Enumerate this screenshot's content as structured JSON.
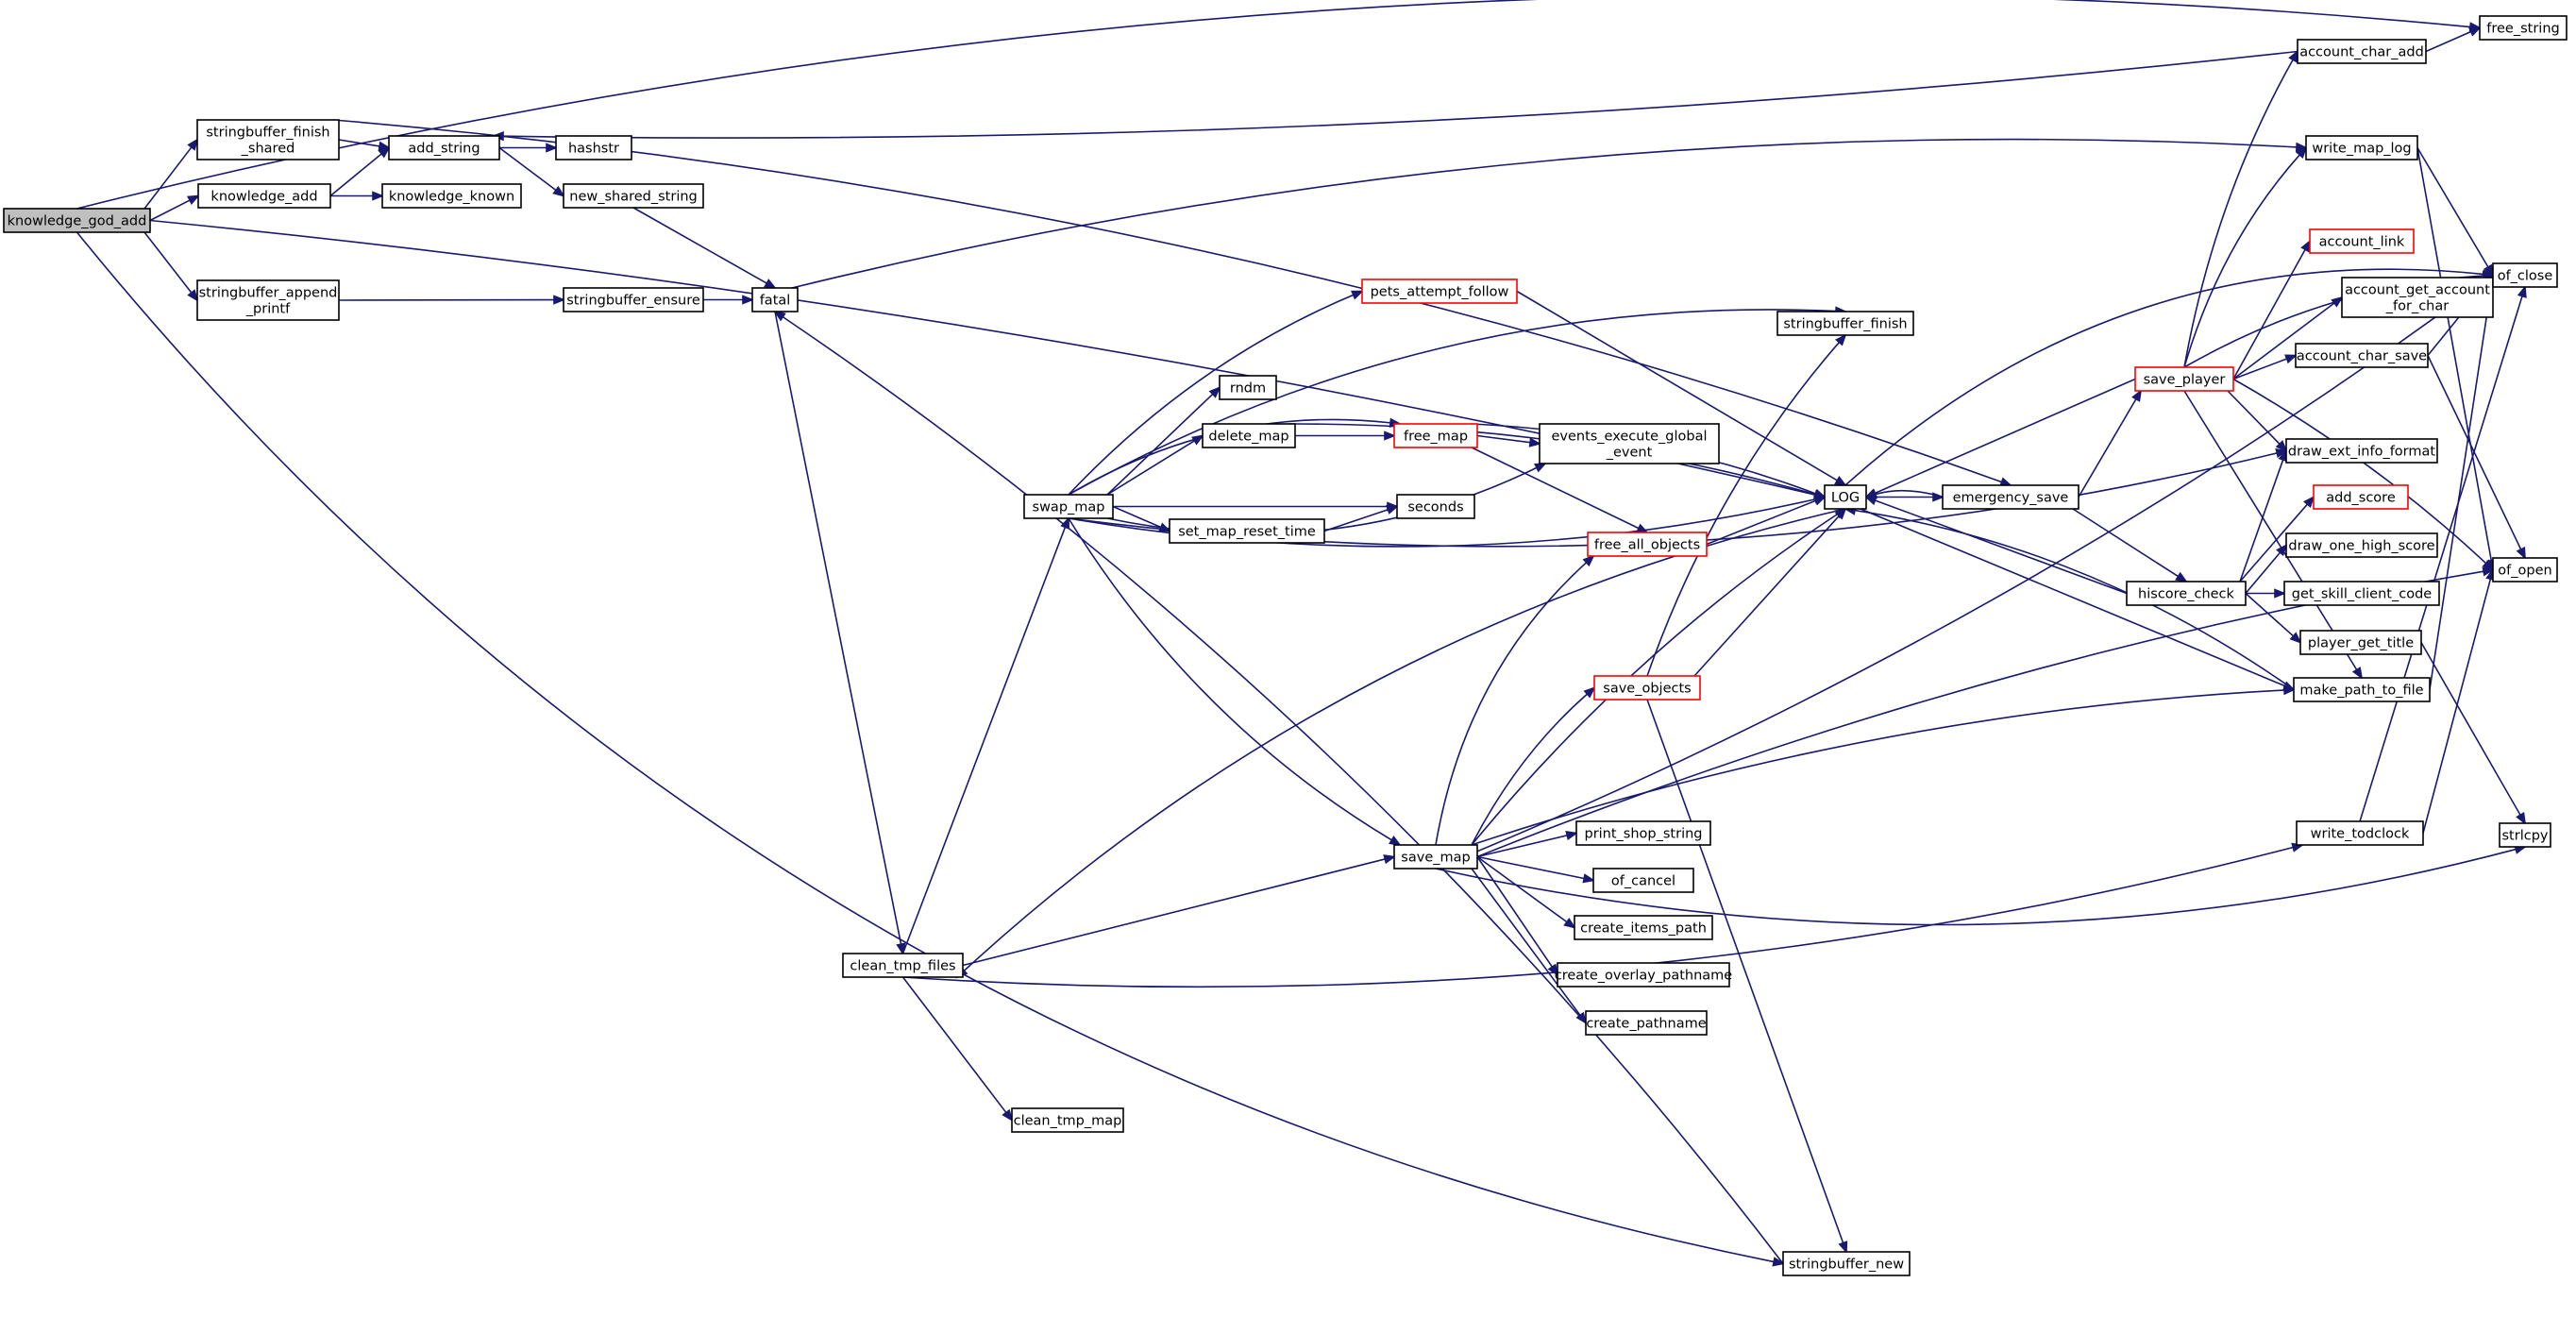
{
  "nodes": {
    "knowledge_god_add": {
      "label": [
        "knowledge_god_add"
      ],
      "root": true
    },
    "stringbuffer_finish_shared": {
      "label": [
        "stringbuffer_finish",
        "_shared"
      ]
    },
    "knowledge_add": {
      "label": [
        "knowledge_add"
      ]
    },
    "stringbuffer_append_printf": {
      "label": [
        "stringbuffer_append",
        "_printf"
      ]
    },
    "add_string": {
      "label": [
        "add_string"
      ]
    },
    "hashstr": {
      "label": [
        "hashstr"
      ]
    },
    "knowledge_known": {
      "label": [
        "knowledge_known"
      ]
    },
    "new_shared_string": {
      "label": [
        "new_shared_string"
      ]
    },
    "stringbuffer_ensure": {
      "label": [
        "stringbuffer_ensure"
      ]
    },
    "fatal": {
      "label": [
        "fatal"
      ]
    },
    "swap_map": {
      "label": [
        "swap_map"
      ]
    },
    "rndm": {
      "label": [
        "rndm"
      ]
    },
    "delete_map": {
      "label": [
        "delete_map"
      ]
    },
    "set_map_reset_time": {
      "label": [
        "set_map_reset_time"
      ]
    },
    "pets_attempt_follow": {
      "label": [
        "pets_attempt_follow"
      ],
      "truncated": true
    },
    "free_map": {
      "label": [
        "free_map"
      ],
      "truncated": true
    },
    "events_execute_global_event": {
      "label": [
        "events_execute_global",
        "_event"
      ]
    },
    "seconds": {
      "label": [
        "seconds"
      ]
    },
    "free_all_objects": {
      "label": [
        "free_all_objects"
      ],
      "truncated": true
    },
    "save_objects": {
      "label": [
        "save_objects"
      ],
      "truncated": true
    },
    "save_map": {
      "label": [
        "save_map"
      ]
    },
    "print_shop_string": {
      "label": [
        "print_shop_string"
      ]
    },
    "of_cancel": {
      "label": [
        "of_cancel"
      ]
    },
    "create_items_path": {
      "label": [
        "create_items_path"
      ]
    },
    "create_overlay_pathname": {
      "label": [
        "create_overlay_pathname"
      ]
    },
    "create_pathname": {
      "label": [
        "create_pathname"
      ]
    },
    "clean_tmp_files": {
      "label": [
        "clean_tmp_files"
      ]
    },
    "clean_tmp_map": {
      "label": [
        "clean_tmp_map"
      ]
    },
    "stringbuffer_new": {
      "label": [
        "stringbuffer_new"
      ]
    },
    "LOG": {
      "label": [
        "LOG"
      ]
    },
    "stringbuffer_finish": {
      "label": [
        "stringbuffer_finish"
      ]
    },
    "emergency_save": {
      "label": [
        "emergency_save"
      ]
    },
    "account_char_add": {
      "label": [
        "account_char_add"
      ]
    },
    "free_string": {
      "label": [
        "free_string"
      ]
    },
    "write_map_log": {
      "label": [
        "write_map_log"
      ]
    },
    "save_player": {
      "label": [
        "save_player"
      ],
      "truncated": true
    },
    "account_link": {
      "label": [
        "account_link"
      ],
      "truncated": true
    },
    "account_get_account_for_char": {
      "label": [
        "account_get_account",
        "_for_char"
      ]
    },
    "account_char_save": {
      "label": [
        "account_char_save"
      ]
    },
    "draw_ext_info_format": {
      "label": [
        "draw_ext_info_format"
      ]
    },
    "add_score": {
      "label": [
        "add_score"
      ],
      "truncated": true
    },
    "draw_one_high_score": {
      "label": [
        "draw_one_high_score"
      ]
    },
    "hiscore_check": {
      "label": [
        "hiscore_check"
      ]
    },
    "get_skill_client_code": {
      "label": [
        "get_skill_client_code"
      ]
    },
    "player_get_title": {
      "label": [
        "player_get_title"
      ]
    },
    "make_path_to_file": {
      "label": [
        "make_path_to_file"
      ]
    },
    "write_todclock": {
      "label": [
        "write_todclock"
      ]
    },
    "of_close": {
      "label": [
        "of_close"
      ]
    },
    "of_open": {
      "label": [
        "of_open"
      ]
    },
    "strlcpy": {
      "label": [
        "strlcpy"
      ]
    }
  },
  "colors": {
    "edge": "#191970",
    "root_fill": "#bfbfbf",
    "truncated_border": "#ff0000",
    "node_border": "#000000",
    "background": "#ffffff"
  }
}
